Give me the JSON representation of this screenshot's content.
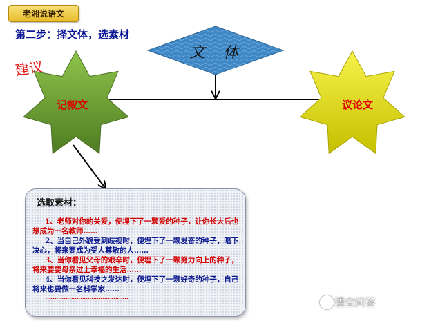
{
  "tag": {
    "label": "老湘说语文"
  },
  "step_title": "第二步：择文体，选素材",
  "advice_label": "建议",
  "genre_label": "文 体",
  "options": {
    "narrative": "记叙文",
    "argumentative": "议论文"
  },
  "materials": {
    "title": "选取素材：",
    "items": [
      "1、老师对你的关爱，使埋下了一颗爱的种子，让你长大后也想成为一名教师……",
      "2、当自己外貌受到歧视时，便埋下了一颗发奋的种子，暗下决心，将来要成为受人尊敬的人……",
      "3、当你看见父母的艰辛时，便埋下了一颗努力向上的种子，将来要要母亲过上幸福的生活……",
      "4、当你看见科技之发达时，便埋下了一颗好奇的种子，自己将来也要做一名科学家……"
    ],
    "trailing_dots": "………………………………………"
  },
  "watermark": "悟空问答",
  "colors": {
    "step_text": "#0b1596",
    "advice_text": "#e21818",
    "genre_diamond": "#3f88c5",
    "narrative_star": "#6fa23a",
    "argumentative_star": "#e8e314",
    "item_red": "#d40000",
    "item_blue": "#0a188f"
  },
  "icons": [
    "arrow-down-icon",
    "arrow-diagonal-icon"
  ]
}
